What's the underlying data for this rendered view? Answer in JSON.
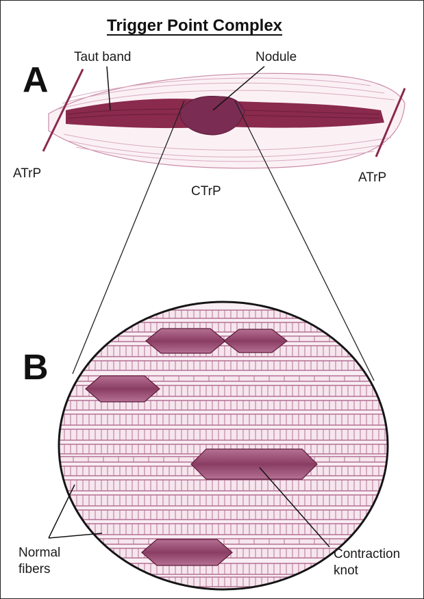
{
  "title": "Trigger Point Complex",
  "panels": {
    "a": "A",
    "b": "B"
  },
  "labels": {
    "taut_band": "Taut band",
    "nodule": "Nodule",
    "atrp_left": "ATrP",
    "atrp_right": "ATrP",
    "ctrp": "CTrP",
    "normal_fibers_line1": "Normal",
    "normal_fibers_line2": "fibers",
    "contraction_knot_line1": "Contraction",
    "contraction_knot_line2": "knot"
  },
  "colors": {
    "muscle_band": "#8a2a4c",
    "muscle_band_dark": "#6e1f3e",
    "nodule": "#7b2c52",
    "fiber_line": "#b0678c",
    "fiber_fill": "#f6e6ee",
    "knot_fill": "#9a4f74",
    "outline": "#222222"
  }
}
